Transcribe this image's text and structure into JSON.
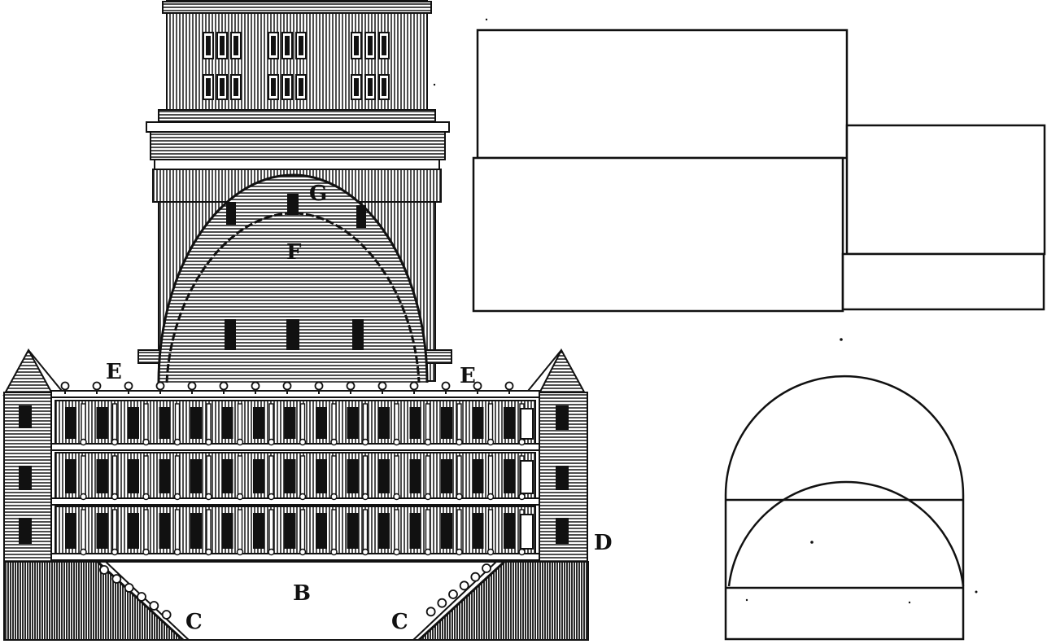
{
  "colors": {
    "ink": "#111111",
    "paper": "#ffffff"
  },
  "labels": {
    "g": "G",
    "f": "F",
    "e_left": "E",
    "e_right": "E",
    "d": "D",
    "b": "B",
    "c_left": "C",
    "c_right": "C"
  }
}
